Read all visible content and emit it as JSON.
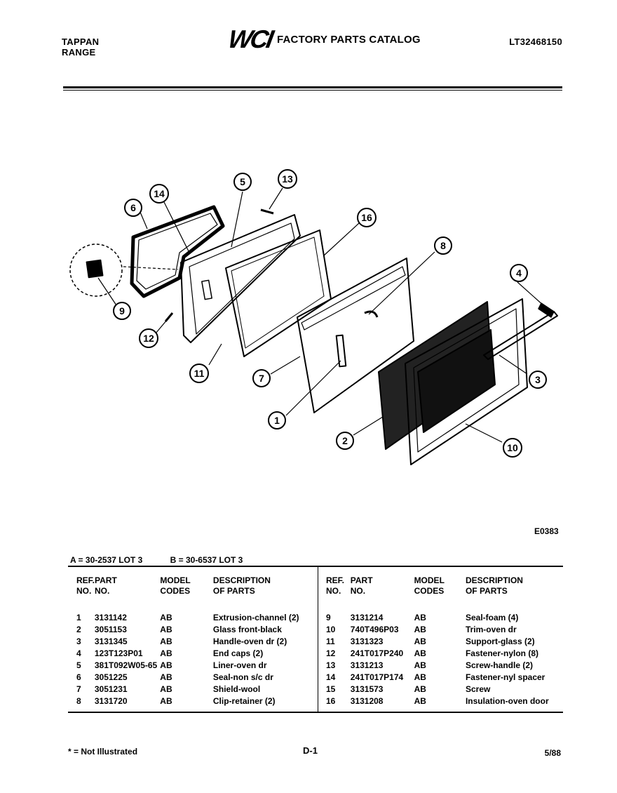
{
  "header": {
    "brand": "TAPPAN",
    "product": "RANGE",
    "logo": "WCI",
    "title": "FACTORY PARTS CATALOG",
    "doc_number": "LT32468150"
  },
  "diagram": {
    "code": "E0383",
    "callouts": [
      "6",
      "14",
      "5",
      "13",
      "16",
      "8",
      "4",
      "9",
      "12",
      "11",
      "7",
      "1",
      "2",
      "3",
      "10"
    ]
  },
  "lots": {
    "a": "A = 30-2537 LOT 3",
    "b": "B = 30-6537 LOT 3"
  },
  "table": {
    "headers": {
      "ref": [
        "REF.",
        "NO."
      ],
      "part": [
        "PART",
        "NO."
      ],
      "model": [
        "MODEL",
        "CODES"
      ],
      "desc": [
        "DESCRIPTION",
        "OF PARTS"
      ]
    },
    "left_rows": [
      {
        "ref": "1",
        "part": "3131142",
        "codes": "AB",
        "desc": "Extrusion-channel (2)"
      },
      {
        "ref": "2",
        "part": "3051153",
        "codes": "AB",
        "desc": "Glass front-black"
      },
      {
        "ref": "3",
        "part": "3131345",
        "codes": "AB",
        "desc": "Handle-oven dr (2)"
      },
      {
        "ref": "4",
        "part": "123T123P01",
        "codes": "AB",
        "desc": "End caps (2)"
      },
      {
        "ref": "5",
        "part": "381T092W05-65",
        "codes": "AB",
        "desc": "Liner-oven dr"
      },
      {
        "ref": "6",
        "part": "3051225",
        "codes": "AB",
        "desc": "Seal-non s/c dr"
      },
      {
        "ref": "7",
        "part": "3051231",
        "codes": "AB",
        "desc": "Shield-wool"
      },
      {
        "ref": "8",
        "part": "3131720",
        "codes": "AB",
        "desc": "Clip-retainer (2)"
      }
    ],
    "right_rows": [
      {
        "ref": "9",
        "part": "3131214",
        "codes": "AB",
        "desc": "Seal-foam (4)"
      },
      {
        "ref": "10",
        "part": "740T496P03",
        "codes": "AB",
        "desc": "Trim-oven dr"
      },
      {
        "ref": "11",
        "part": "3131323",
        "codes": "AB",
        "desc": "Support-glass (2)"
      },
      {
        "ref": "12",
        "part": "241T017P240",
        "codes": "AB",
        "desc": "Fastener-nylon (8)"
      },
      {
        "ref": "13",
        "part": "3131213",
        "codes": "AB",
        "desc": "Screw-handle (2)"
      },
      {
        "ref": "14",
        "part": "241T017P174",
        "codes": "AB",
        "desc": "Fastener-nyl spacer"
      },
      {
        "ref": "15",
        "part": "3131573",
        "codes": "AB",
        "desc": "Screw"
      },
      {
        "ref": "16",
        "part": "3131208",
        "codes": "AB",
        "desc": "Insulation-oven door"
      }
    ]
  },
  "footer": {
    "note": "* = Not Illustrated",
    "page": "D-1",
    "date": "5/88"
  }
}
